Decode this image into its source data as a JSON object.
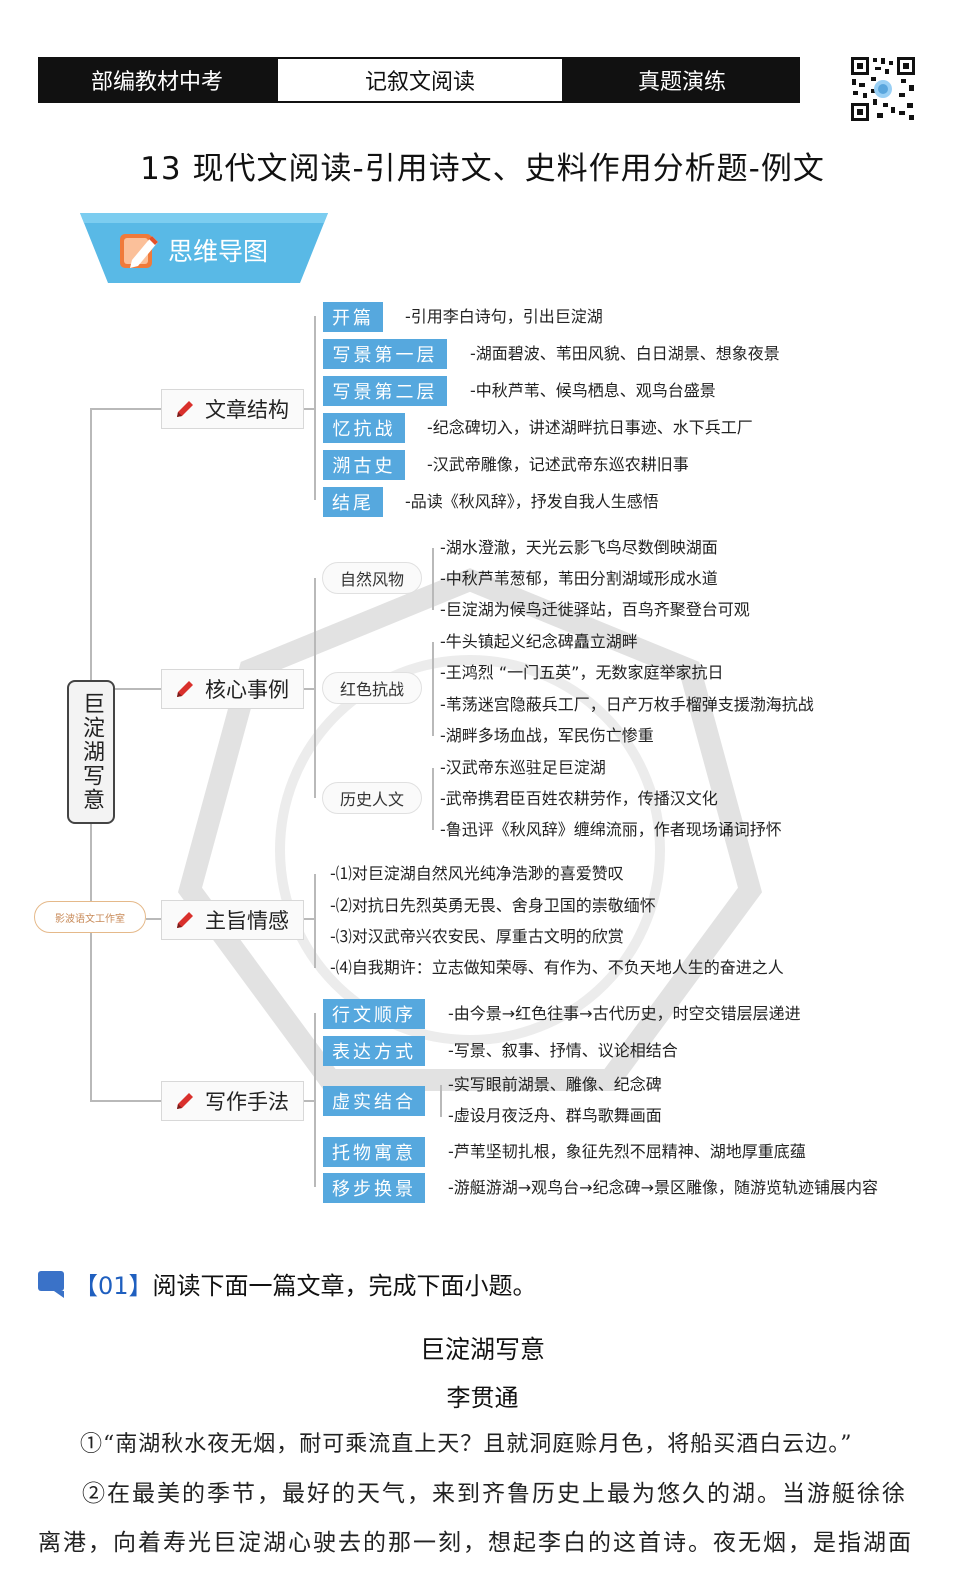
{
  "header": {
    "left": "部编教材中考",
    "center": "记叙文阅读",
    "right": "真题演练"
  },
  "title": "13 现代文阅读-引用诗文、史料作用分析题-例文",
  "banner": "思维导图",
  "mindmap": {
    "root": "巨淀湖写意",
    "studio": "影波语文工作室",
    "branches": {
      "structure": {
        "label": "文章结构",
        "items": [
          {
            "tag": "开篇",
            "text": "-引用李白诗句，引出巨淀湖"
          },
          {
            "tag": "写景第一层",
            "text": "-湖面碧波、苇田风貌、白日湖景、想象夜景"
          },
          {
            "tag": "写景第二层",
            "text": "-中秋芦苇、候鸟栖息、观鸟台盛景"
          },
          {
            "tag": "忆抗战",
            "text": "-纪念碑切入，讲述湖畔抗日事迹、水下兵工厂"
          },
          {
            "tag": "溯古史",
            "text": "-汉武帝雕像，记述武帝东巡农耕旧事"
          },
          {
            "tag": "结尾",
            "text": "-品读《秋风辞》，抒发自我人生感悟"
          }
        ]
      },
      "examples": {
        "label": "核心事例",
        "groups": [
          {
            "name": "自然风物",
            "items": [
              "-湖水澄澈，天光云影飞鸟尽数倒映湖面",
              "-中秋芦苇葱郁，苇田分割湖域形成水道",
              "-巨淀湖为候鸟迁徙驿站，百鸟齐聚登台可观"
            ]
          },
          {
            "name": "红色抗战",
            "items": [
              "-牛头镇起义纪念碑矗立湖畔",
              "-王鸿烈 “一门五英”，无数家庭举家抗日",
              "-苇荡迷宫隐蔽兵工厂，日产万枚手榴弹支援渤海抗战",
              "-湖畔多场血战，军民伤亡惨重"
            ]
          },
          {
            "name": "历史人文",
            "items": [
              "-汉武帝东巡驻足巨淀湖",
              "-武帝携君臣百姓农耕劳作，传播汉文化",
              "-鲁迅评《秋风辞》缠绵流丽，作者现场诵词抒怀"
            ]
          }
        ]
      },
      "theme": {
        "label": "主旨情感",
        "items": [
          "-⑴对巨淀湖自然风光纯净浩渺的喜爱赞叹",
          "-⑵对抗日先烈英勇无畏、舍身卫国的崇敬缅怀",
          "-⑶对汉武帝兴农安民、厚重古文明的欣赏",
          "-⑷自我期许：立志做知荣辱、有作为、不负天地人生的奋进之人"
        ]
      },
      "technique": {
        "label": "写作手法",
        "items": [
          {
            "tag": "行文顺序",
            "texts": [
              "-由今景→红色往事→古代历史，时空交错层层递进"
            ]
          },
          {
            "tag": "表达方式",
            "texts": [
              "-写景、叙事、抒情、议论相结合"
            ]
          },
          {
            "tag": "虚实结合",
            "texts": [
              "-实写眼前湖景、雕像、纪念碑",
              "-虚设月夜泛舟、群鸟歌舞画面"
            ]
          },
          {
            "tag": "托物寓意",
            "texts": [
              "-芦苇坚韧扎根，象征先烈不屈精神、湖地厚重底蕴"
            ]
          },
          {
            "tag": "移步换景",
            "texts": [
              "-游艇游湖→观鸟台→纪念碑→景区雕像，随游览轨迹铺展内容"
            ]
          }
        ]
      }
    }
  },
  "question": {
    "number": "【01】",
    "prompt": "阅读下面一篇文章，完成下面小题。"
  },
  "article": {
    "title": "巨淀湖写意",
    "author": "李贯通",
    "p1": "①“南湖秋水夜无烟，耐可乘流直上天？且就洞庭赊月色，将船买酒白云边。”",
    "p2": "②在最美的季节，最好的天气，来到齐鲁历史上最为悠久的湖。当游艇徐徐离港，向着寿光巨淀湖心驶去的那一刻，想起李白的这首诗。夜无烟，是指湖面"
  },
  "colors": {
    "tag_blue": "#56a8de",
    "banner_blue": "#59b9e6",
    "header_dark": "#111111",
    "pen_red": "#d9302c"
  }
}
